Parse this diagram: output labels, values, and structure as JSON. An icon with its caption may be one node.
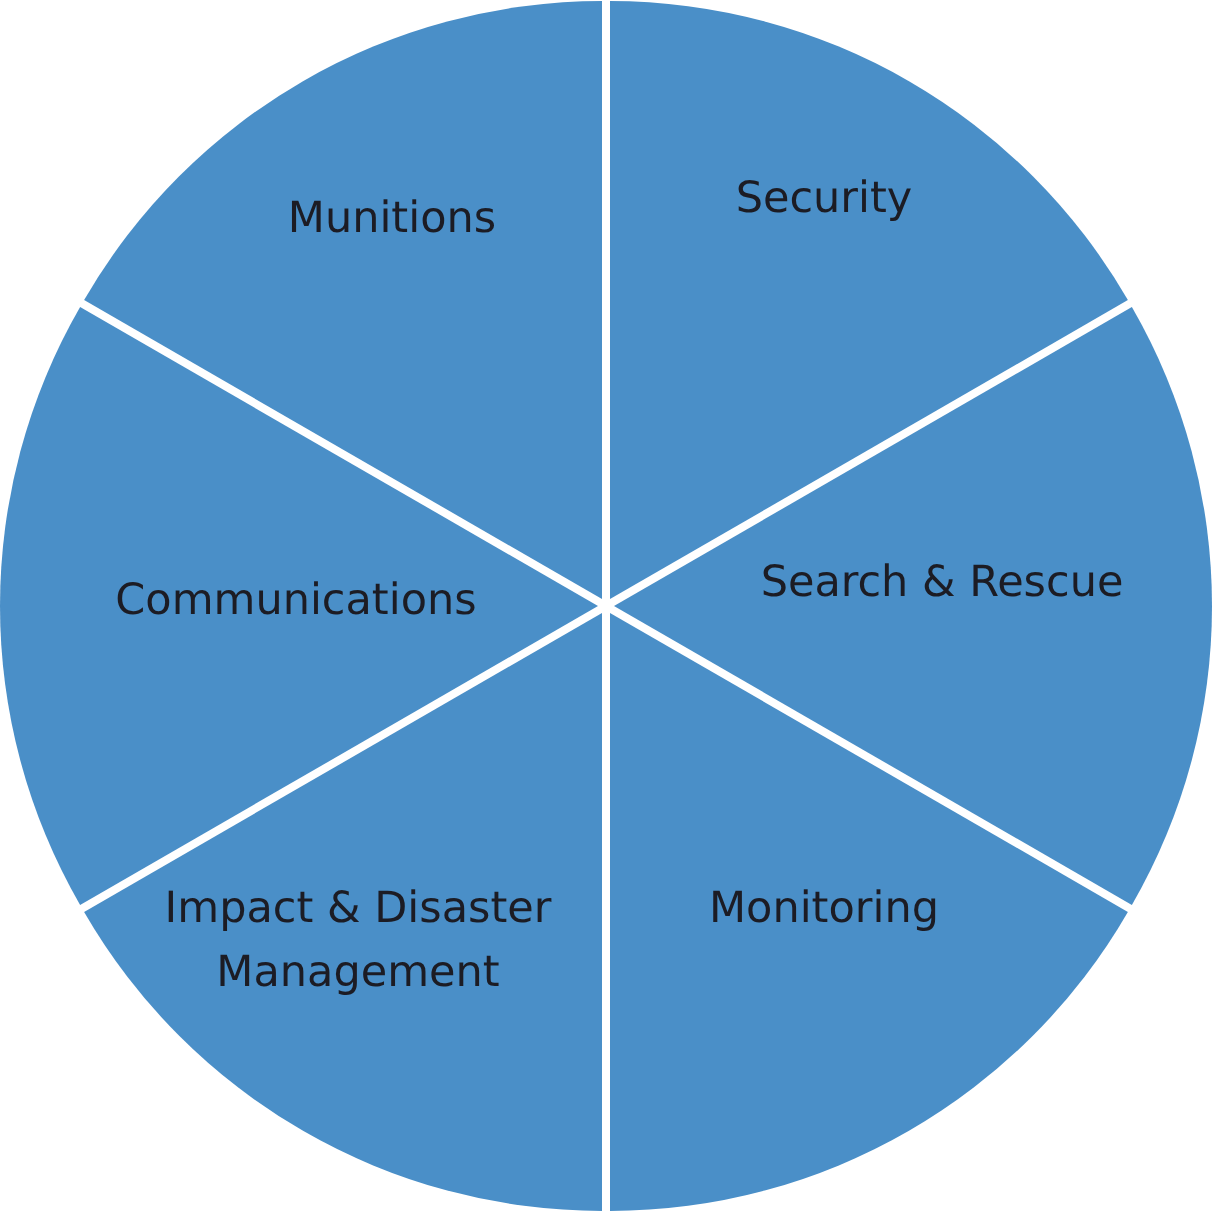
{
  "diagram": {
    "nodes": [
      {
        "text": [
          "Munitions"
        ]
      },
      {
        "text": [
          "Security"
        ]
      },
      {
        "text": [
          "Communications"
        ]
      },
      {
        "text": [
          "Search & Rescue"
        ]
      },
      {
        "text": [
          "Impact & Disaster Management"
        ]
      },
      {
        "text": [
          "Monitoring"
        ]
      }
    ]
  }
}
